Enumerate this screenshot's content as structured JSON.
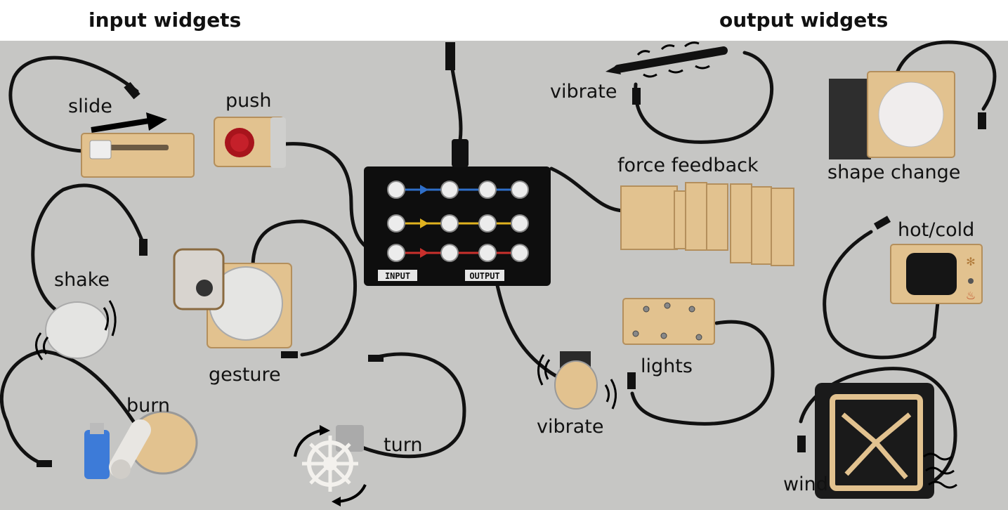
{
  "headings": {
    "input": "input widgets",
    "output": "output widgets"
  },
  "labels": {
    "slide": "slide",
    "push": "push",
    "shake": "shake",
    "gesture": "gesture",
    "burn": "burn",
    "turn": "turn",
    "vibrate_pen": "vibrate",
    "force_feedback": "force feedback",
    "shape_change": "shape change",
    "hot_cold": "hot/cold",
    "lights": "lights",
    "vibrate_disc": "vibrate",
    "wind": "wind"
  },
  "hub": {
    "input_label": "INPUT",
    "output_label": "OUTPUT"
  },
  "colors": {
    "table": "#c6c6c4",
    "wood": "#e2c28f",
    "cable": "#111111",
    "hub": "#0e0e0e",
    "button_red": "#a8141c",
    "channel_blue": "#2f6fc9",
    "channel_yellow": "#e0b21f",
    "channel_red": "#c9302c"
  }
}
